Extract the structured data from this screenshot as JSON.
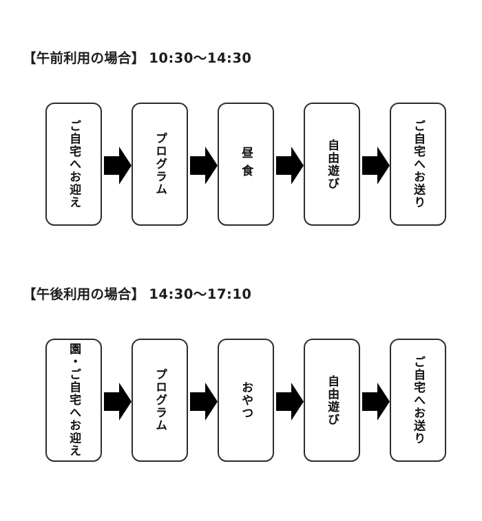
{
  "page": {
    "background_color": "#ffffff",
    "box_border_color": "#2b2b2b",
    "arrow_color": "#000000",
    "text_color": "#111111"
  },
  "sections": [
    {
      "id": "morning",
      "heading_label": "【午前利用の場合】",
      "heading_time": "10:30～14:30",
      "steps": [
        {
          "label": "ご自宅へお迎え"
        },
        {
          "label": "プログラム"
        },
        {
          "label": "昼食"
        },
        {
          "label": "自由遊び"
        },
        {
          "label": "ご自宅へお送り"
        }
      ],
      "arrows": [
        {
          "icon": "right-arrow-icon"
        },
        {
          "icon": "right-arrow-icon"
        },
        {
          "icon": "right-arrow-icon"
        },
        {
          "icon": "right-arrow-icon"
        }
      ]
    },
    {
      "id": "afternoon",
      "heading_label": "【午後利用の場合】",
      "heading_time": "14:30～17:10",
      "steps": [
        {
          "label": "園・ご自宅へお迎え"
        },
        {
          "label": "プログラム"
        },
        {
          "label": "おやつ"
        },
        {
          "label": "自由遊び"
        },
        {
          "label": "ご自宅へお送り"
        }
      ],
      "arrows": [
        {
          "icon": "right-arrow-icon"
        },
        {
          "icon": "right-arrow-icon"
        },
        {
          "icon": "right-arrow-icon"
        },
        {
          "icon": "right-arrow-icon"
        }
      ]
    }
  ]
}
